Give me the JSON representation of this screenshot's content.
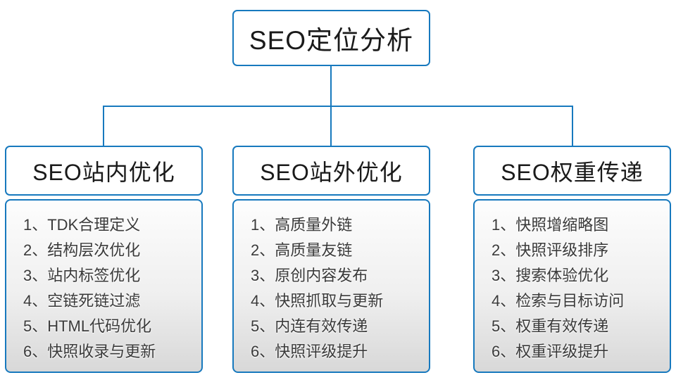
{
  "root": {
    "title": "SEO定位分析"
  },
  "columns": [
    {
      "title": "SEO站内优化",
      "items": [
        "1、TDK合理定义",
        "2、结构层次优化",
        "3、站内标签优化",
        "4、空链死链过滤",
        "5、HTML代码优化",
        "6、快照收录与更新"
      ]
    },
    {
      "title": "SEO站外优化",
      "items": [
        "1、高质量外链",
        "2、高质量友链",
        "3、原创内容发布",
        "4、快照抓取与更新",
        "5、内连有效传递",
        "6、快照评级提升"
      ]
    },
    {
      "title": "SEO权重传递",
      "items": [
        "1、快照增缩略图",
        "2、快照评级排序",
        "3、搜索体验优化",
        "4、检索与目标访问",
        "5、权重有效传递",
        "6、权重评级提升"
      ]
    }
  ],
  "colors": {
    "border": "#1779be",
    "title_text": "#1a1a1a",
    "item_text": "#3a3a3a",
    "list_bg_top": "#fdfdfd",
    "list_bg_bottom": "#d8d8d8",
    "background": "#ffffff"
  }
}
